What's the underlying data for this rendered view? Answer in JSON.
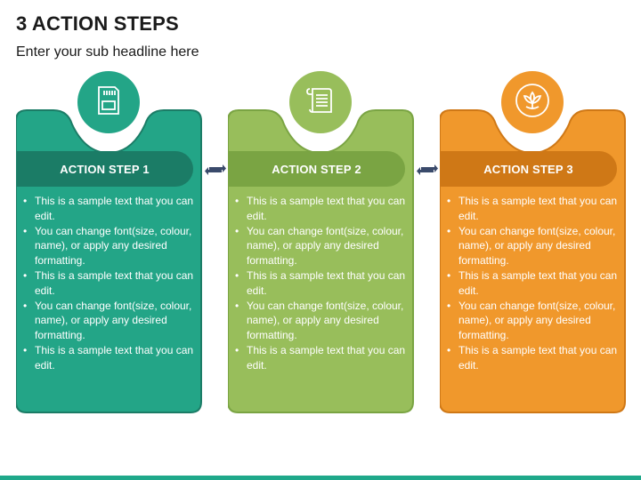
{
  "title": "3 ACTION STEPS",
  "subtitle": "Enter your sub headline here",
  "colors": {
    "teal": "#23a587",
    "teal_dark": "#1b7c66",
    "green": "#98be5b",
    "green_dark": "#7aa443",
    "orange": "#f0982c",
    "orange_dark": "#cf7816",
    "arrow": "#3a4a6b"
  },
  "steps": [
    {
      "label": "ACTION STEP 1",
      "icon": "memory-card-icon",
      "bullets": [
        "This is a sample text that you can edit.",
        "You can change font(size, colour, name), or apply any desired formatting.",
        "This is a sample text that you can edit.",
        "You can change font(size, colour, name), or apply any desired formatting.",
        "This is a sample text that you can edit."
      ]
    },
    {
      "label": "ACTION STEP 2",
      "icon": "scroll-document-icon",
      "bullets": [
        "This is a sample text that you can edit.",
        "You can change font(size, colour, name), or apply any desired formatting.",
        "This is a sample text that you can edit.",
        "You can change font(size, colour, name), or apply any desired formatting.",
        "This is a sample text that you can edit."
      ]
    },
    {
      "label": "ACTION STEP 3",
      "icon": "lotus-flower-icon",
      "bullets": [
        "This is a sample text that you can edit.",
        "You can change font(size, colour, name), or apply any desired formatting.",
        "This is a sample text that you can edit.",
        "You can change font(size, colour, name), or apply any desired formatting.",
        "This is a sample text that you can edit."
      ]
    }
  ]
}
